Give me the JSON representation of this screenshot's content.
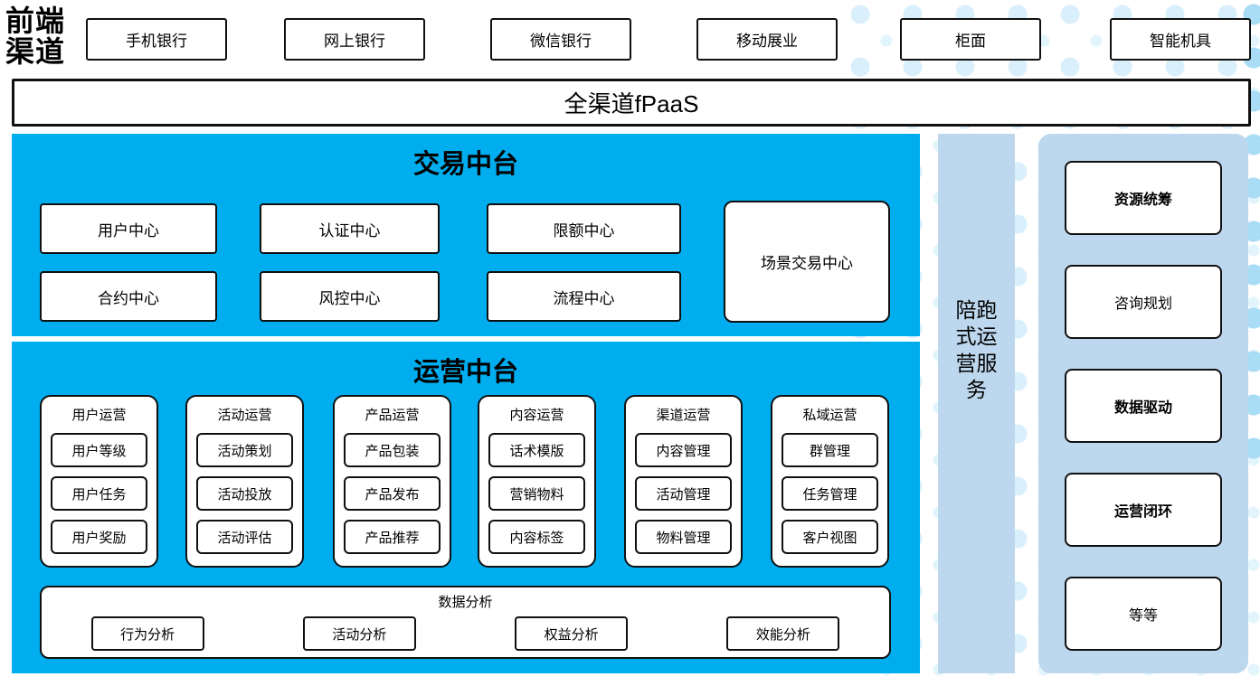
{
  "front_channels": {
    "label": "前端渠道",
    "items": [
      "手机银行",
      "网上银行",
      "微信银行",
      "移动展业",
      "柜面",
      "智能机具"
    ]
  },
  "fpaas_bar": {
    "label": "全渠道fPaaS"
  },
  "trade_platform": {
    "title": "交易中台",
    "centers": [
      "用户中心",
      "认证中心",
      "限额中心",
      "合约中心",
      "风控中心",
      "流程中心"
    ],
    "scene_center": "场景交易中心"
  },
  "operation_platform": {
    "title": "运营中台",
    "groups": [
      {
        "title": "用户运营",
        "items": [
          "用户等级",
          "用户任务",
          "用户奖励"
        ]
      },
      {
        "title": "活动运营",
        "items": [
          "活动策划",
          "活动投放",
          "活动评估"
        ]
      },
      {
        "title": "产品运营",
        "items": [
          "产品包装",
          "产品发布",
          "产品推荐"
        ]
      },
      {
        "title": "内容运营",
        "items": [
          "话术模版",
          "营销物料",
          "内容标签"
        ]
      },
      {
        "title": "渠道运营",
        "items": [
          "内容管理",
          "活动管理",
          "物料管理"
        ]
      },
      {
        "title": "私域运营",
        "items": [
          "群管理",
          "任务管理",
          "客户视图"
        ]
      }
    ],
    "data_analysis": {
      "title": "数据分析",
      "items": [
        "行为分析",
        "活动分析",
        "权益分析",
        "效能分析"
      ]
    }
  },
  "side_service": {
    "label": "陪跑式运营服务"
  },
  "service_panel": {
    "items": [
      "资源统筹",
      "咨询规划",
      "数据驱动",
      "运营闭环",
      "等等"
    ]
  },
  "colors": {
    "primary_blue": "#00AEEF",
    "light_blue": "#BDD7EE",
    "dot_pale": "#D9EFFB",
    "dot_medium": "#A9DCF5",
    "border": "#101010"
  }
}
